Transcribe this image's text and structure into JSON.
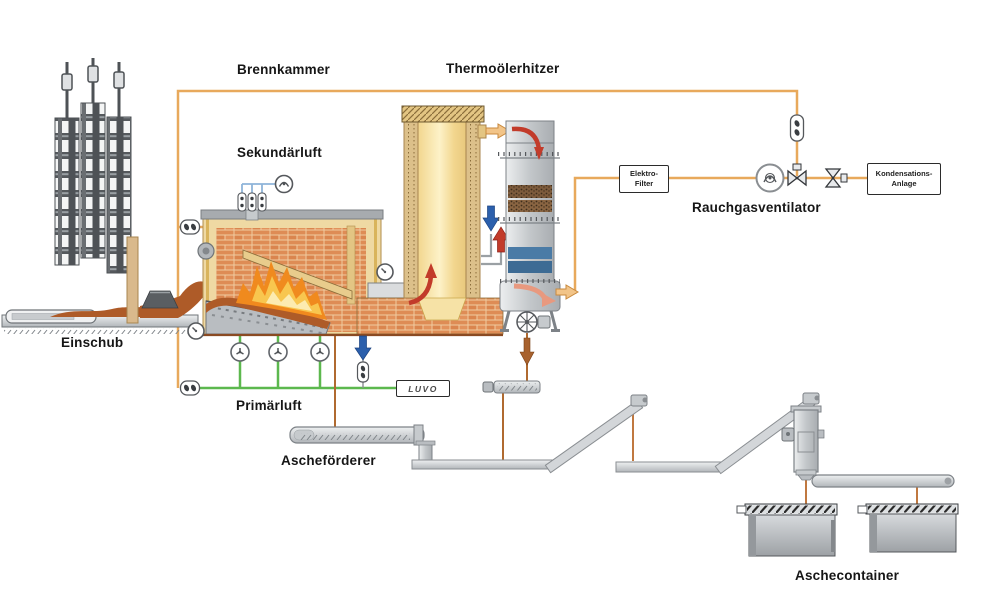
{
  "labels": {
    "brennkammer": "Brennkammer",
    "thermooelerhitzer": "Thermoölerhitzer",
    "sekundaerluft": "Sekundärluft",
    "einschub": "Einschub",
    "primaerluft": "Primärluft",
    "aschefoerderer": "Ascheförderer",
    "rauchgasventilator": "Rauchgasventilator",
    "aschecontainer": "Aschecontainer"
  },
  "boxes": {
    "elektrofilter": {
      "line1": "Elektro-",
      "line2": "Filter"
    },
    "kondensation": {
      "line1": "Kondensations-",
      "line2": "Anlage"
    },
    "luvo": "LUVO"
  },
  "colors": {
    "flue_gas_line": "#E8A95C",
    "primary_air_line": "#5CB84E",
    "secondary_air_line": "#8FB4D9",
    "hot_flow_arrow": "#C23B2A",
    "cold_flow_arrow": "#2B5FAC",
    "ash_line": "#B06A30",
    "brick": "#DE8C55",
    "vessel_gray": "#C6CACD",
    "fuel_brown": "#AE5B28"
  }
}
